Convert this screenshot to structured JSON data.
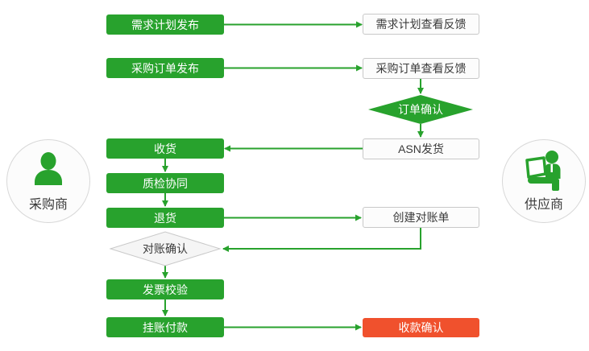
{
  "colors": {
    "green": "#28a22d",
    "red": "#f0512d",
    "box-bg": "#fcfcfc",
    "box-border": "#c8c8c8",
    "diamond-gray-fill": "#f5f5f5",
    "diamond-gray-border": "#c9c9c9",
    "circle-bg": "#fcfcfc",
    "circle-border": "#d8d8d8",
    "text-dark": "#3a3a3a"
  },
  "actors": {
    "buyer": {
      "label": "采购商"
    },
    "supplier": {
      "label": "供应商"
    }
  },
  "nodes": {
    "demand_publish": {
      "label": "需求计划发布"
    },
    "po_publish": {
      "label": "采购订单发布"
    },
    "receive": {
      "label": "收货"
    },
    "qc_collab": {
      "label": "质检协同"
    },
    "return_goods": {
      "label": "退货"
    },
    "recon_confirm": {
      "label": "对账确认"
    },
    "invoice_check": {
      "label": "发票校验"
    },
    "payment": {
      "label": "挂账付款"
    },
    "demand_feedback": {
      "label": "需求计划查看反馈"
    },
    "po_feedback": {
      "label": "采购订单查看反馈"
    },
    "order_confirm": {
      "label": "订单确认"
    },
    "asn_ship": {
      "label": "ASN发货"
    },
    "create_statement": {
      "label": "创建对账单"
    },
    "receipt_confirm": {
      "label": "收款确认"
    }
  }
}
